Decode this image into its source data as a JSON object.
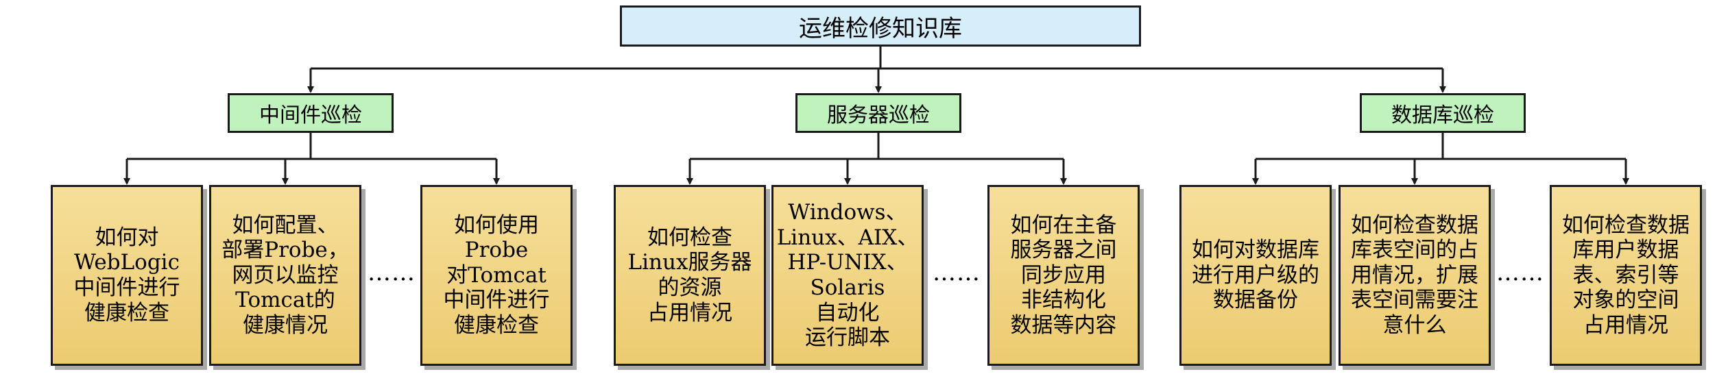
{
  "root": {
    "label": "运维检修知识库"
  },
  "categories": [
    {
      "label": "中间件巡检",
      "items": [
        "如何对\nWebLogic\n中间件进行\n健康检查",
        "如何配置、\n部署Probe，\n网页以监控\nTomcat的\n健康情况",
        "如何使用Probe\n对Tomcat\n中间件进行\n健康检查"
      ],
      "ellipsis": "……"
    },
    {
      "label": "服务器巡检",
      "items": [
        "如何检查\nLinux服务器\n的资源\n占用情况",
        "Windows、\nLinux、AIX、\nHP-UNIX、\nSolaris\n自动化\n运行脚本",
        "如何在主备\n服务器之间\n同步应用\n非结构化\n数据等内容"
      ],
      "ellipsis": "……"
    },
    {
      "label": "数据库巡检",
      "items": [
        "如何对数据库\n进行用户级的\n数据备份",
        "如何检查数据\n库表空间的占\n用情况，扩展\n表空间需要注\n意什么",
        "如何检查数据\n库用户数据\n表、索引等\n对象的空间\n占用情况"
      ],
      "ellipsis": "……"
    }
  ]
}
